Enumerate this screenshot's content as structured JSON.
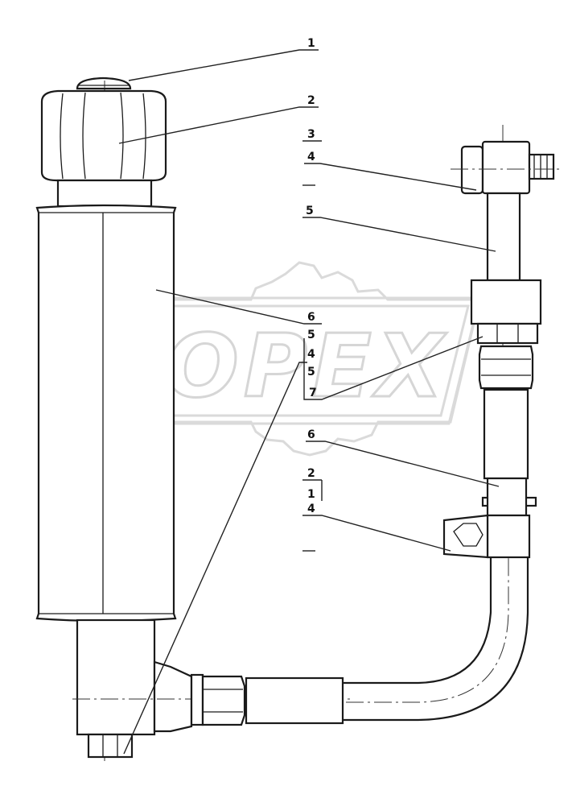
{
  "watermark": {
    "text": "OPEX",
    "color": "#d6d6d6"
  },
  "callouts": [
    {
      "id": "c1",
      "label": "1"
    },
    {
      "id": "c2",
      "label": "2"
    },
    {
      "id": "c3",
      "label": "3"
    },
    {
      "id": "c4",
      "label": "4"
    },
    {
      "id": "c5",
      "label": "5"
    },
    {
      "id": "c6",
      "label": "6"
    },
    {
      "id": "c7",
      "label": "5"
    },
    {
      "id": "c8",
      "label": "4"
    },
    {
      "id": "c9",
      "label": "5"
    },
    {
      "id": "c10",
      "label": "7"
    },
    {
      "id": "c11",
      "label": "6"
    },
    {
      "id": "c12",
      "label": "2"
    },
    {
      "id": "c13",
      "label": "1"
    },
    {
      "id": "c14",
      "label": "4"
    }
  ],
  "line_color": "#1a1a1a"
}
